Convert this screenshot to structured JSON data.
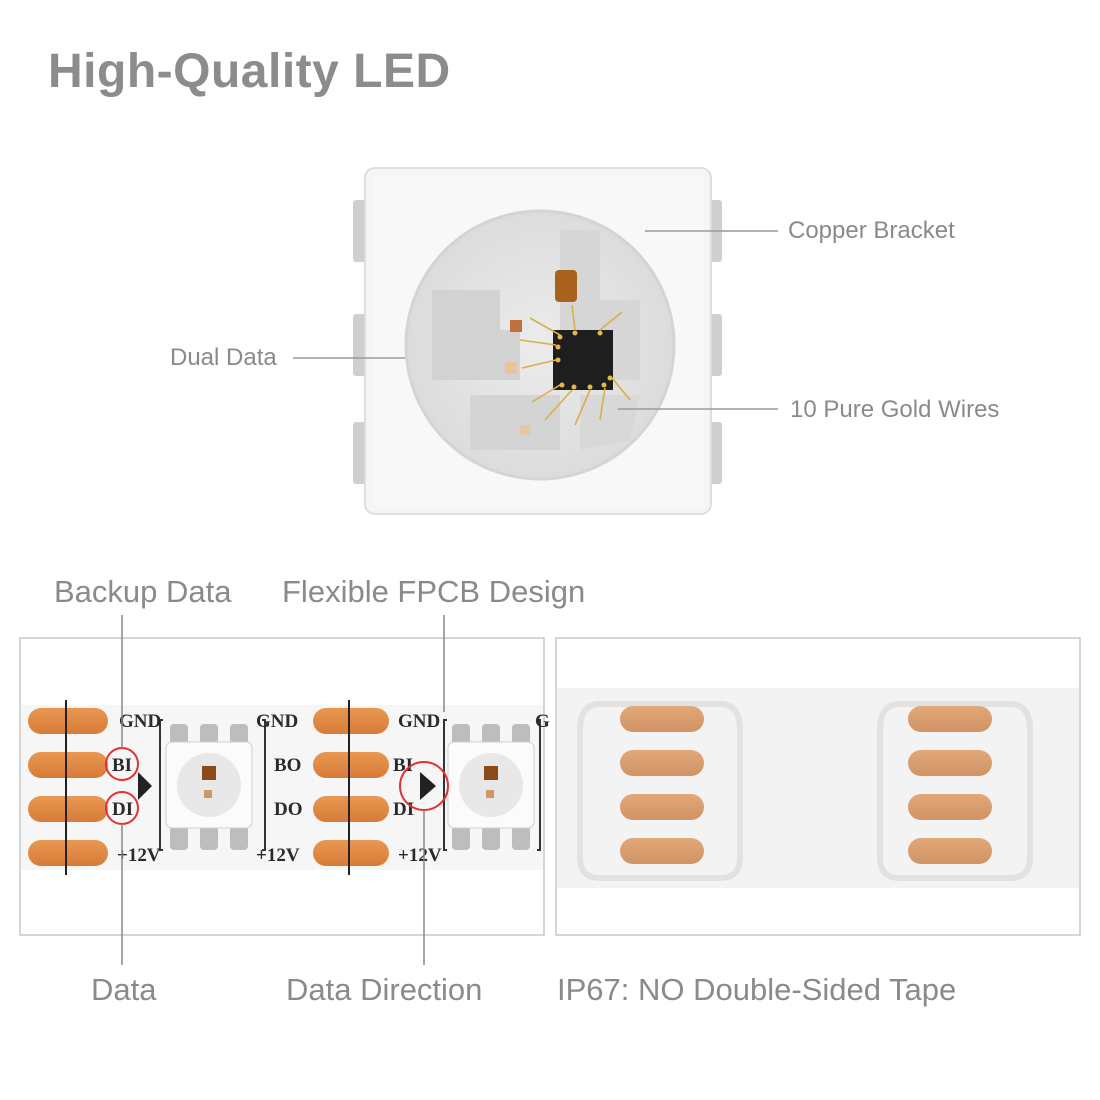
{
  "title": "High-Quality LED",
  "chip_labels": {
    "copper_bracket": "Copper Bracket",
    "dual_data": "Dual Data",
    "gold_wires": "10 Pure Gold Wires"
  },
  "strip_labels": {
    "backup_data": "Backup Data",
    "flexible_fpcb": "Flexible FPCB Design",
    "data": "Data",
    "data_direction": "Data Direction",
    "ip67": "IP67: NO Double-Sided Tape"
  },
  "silkscreen": {
    "gnd": "GND",
    "bi": "BI",
    "di": "DI",
    "v12": "+12V",
    "bo": "BO",
    "do": "DO",
    "g_cut": "G"
  },
  "colors": {
    "label_gray": "#8a8a8a",
    "pad_orange": "#e08a45",
    "highlight_red": "#e53030",
    "chip_white": "#f4f4f4"
  }
}
